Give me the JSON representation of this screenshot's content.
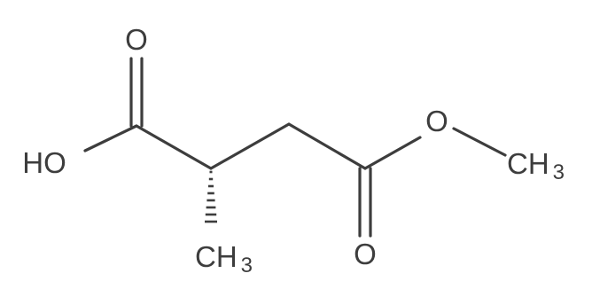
{
  "molecule": {
    "atoms": {
      "carbonyl_oxygen_acid": "O",
      "hydroxyl": "HO",
      "methyl_chiral_main": "CH",
      "methyl_chiral_sub": "3",
      "carbonyl_oxygen_ester": "O",
      "ester_oxygen": "O",
      "methyl_ester_main": "CH",
      "methyl_ester_sub": "3"
    },
    "colors": {
      "bond": "#3d3d3d",
      "label": "#3d3d3d",
      "background": "#ffffff"
    }
  }
}
